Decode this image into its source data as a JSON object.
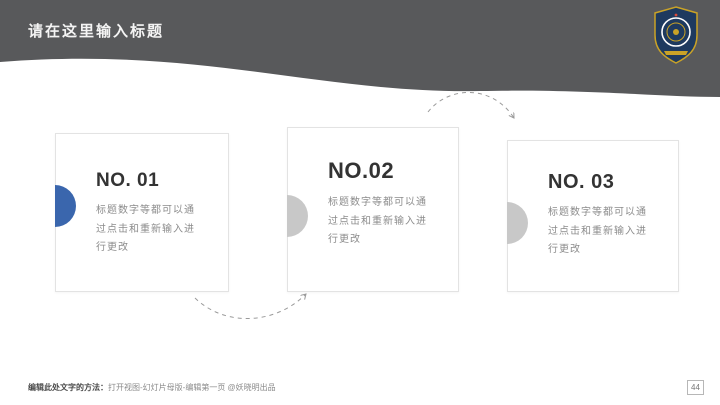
{
  "slide": {
    "title": "请在这里输入标题",
    "page_number": "44",
    "footer": {
      "method_label": "编辑此处文字的方法：",
      "method_text": "打开视图-幻灯片母版-编辑第一页 @妖晓明出品"
    },
    "colors": {
      "header_bg": "#58595b",
      "accent_blue": "#3a66ad",
      "accent_gray": "#c8c8c8",
      "arrow": "#9a9a9a",
      "emblem_navy": "#1e3a5f",
      "emblem_gold": "#c9a227"
    },
    "cards": [
      {
        "number": "NO. 01",
        "body": "标题数字等都可以通过点击和重新输入进行更改",
        "accent": "#3a66ad"
      },
      {
        "number": "NO.02",
        "body": "标题数字等都可以通过点击和重新输入进行更改",
        "accent": "#c8c8c8"
      },
      {
        "number": "NO. 03",
        "body": "标题数字等都可以通过点击和重新输入进行更改",
        "accent": "#c8c8c8"
      }
    ]
  }
}
